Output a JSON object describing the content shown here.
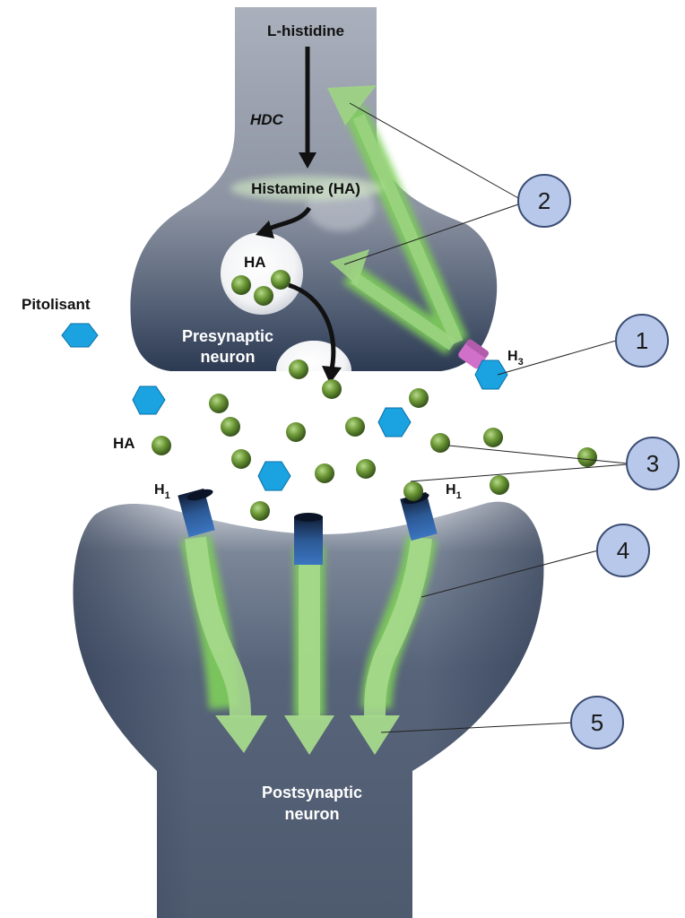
{
  "labels": {
    "l_histidine": "L-histidine",
    "hdc": "HDC",
    "histamine": "Histamine (HA)",
    "vesicle_ha": "HA",
    "pitolisant": "Pitolisant",
    "presynaptic_1": "Presynaptic",
    "presynaptic_2": "neuron",
    "h3_base": "H",
    "h3_sub": "3",
    "cleft_ha": "HA",
    "h1_left_base": "H",
    "h1_left_sub": "1",
    "h1_right_base": "H",
    "h1_right_sub": "1",
    "postsynaptic_1": "Postsynaptic",
    "postsynaptic_2": "neuron"
  },
  "callouts": [
    "1",
    "2",
    "3",
    "4",
    "5"
  ],
  "colors": {
    "neuron": "#5e6b7e",
    "neuron_light": "#a9afbb",
    "histamine_ball": "#5f8c2f",
    "pitolisant_hex": "#1aa3e0",
    "h3_receptor": "#d070c8",
    "h1_receptor": "#2e5fa0",
    "callout_fill": "#b7c8ea",
    "glow_arrow": "#86c466"
  }
}
